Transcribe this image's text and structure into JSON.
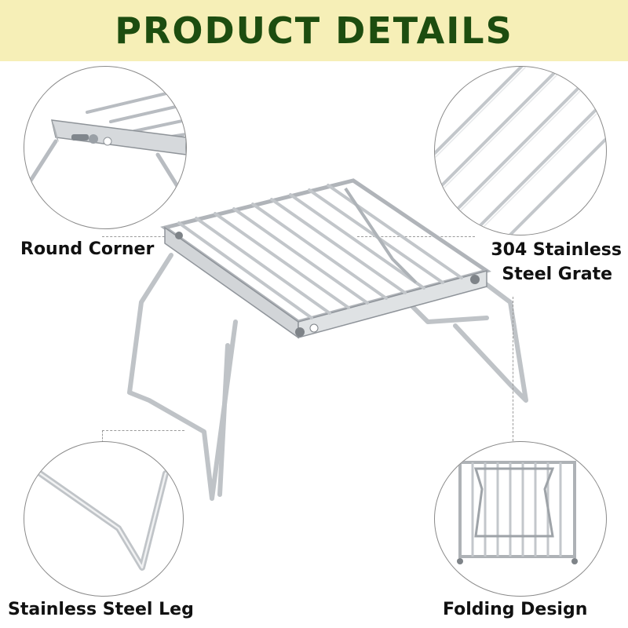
{
  "banner": {
    "title": "PRODUCT DETAILS"
  },
  "features": {
    "round_corner": "Round Corner",
    "grate_line1": "304 Stainless",
    "grate_line2": "Steel Grate",
    "leg": "Stainless Steel Leg",
    "folding": "Folding Design"
  },
  "colors": {
    "banner_bg": "#f6efb7",
    "banner_text": "#1d4d10",
    "metal": "#c9ccd0",
    "metal_dark": "#7e8388"
  }
}
